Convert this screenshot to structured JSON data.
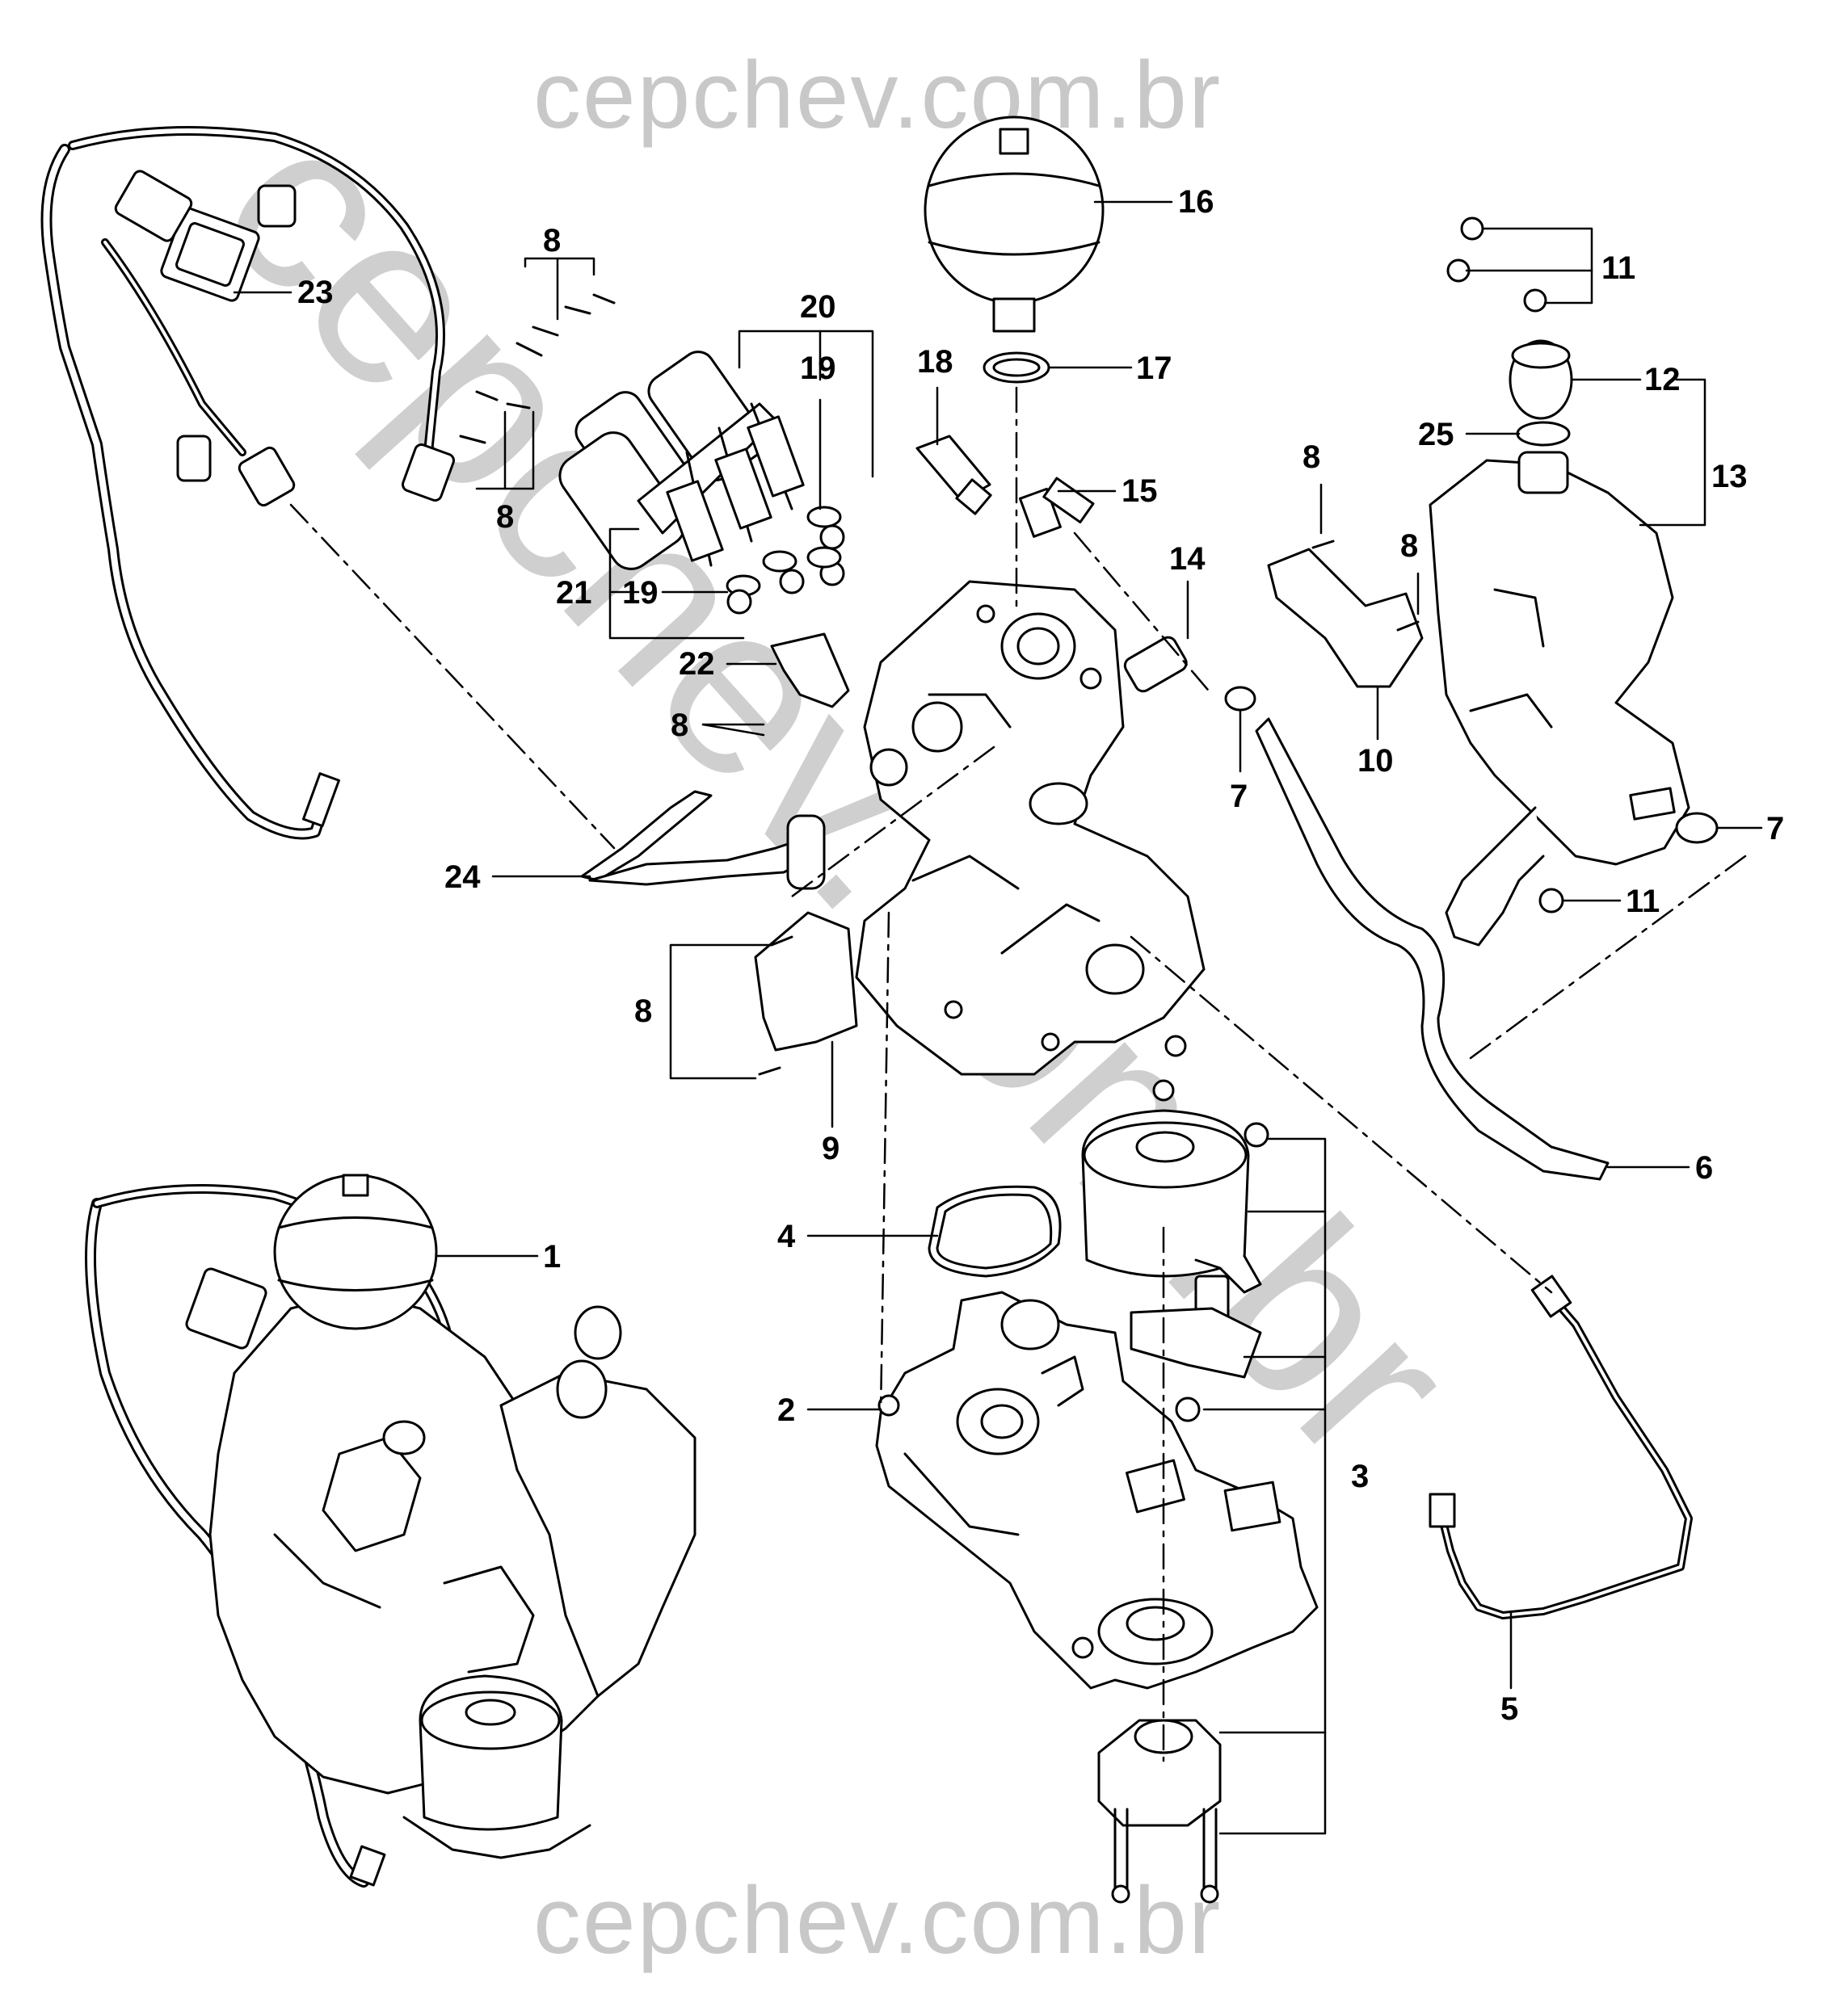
{
  "watermark": {
    "top": "cepchev.com.br",
    "diagonal": "cepchev.com.br",
    "bottom": "cepchev.com.br"
  },
  "callouts": {
    "c1": "1",
    "c2": "2",
    "c3": "3",
    "c4": "4",
    "c5": "5",
    "c6": "6",
    "c7a": "7",
    "c7b": "7",
    "c8a": "8",
    "c8b": "8",
    "c8c": "8",
    "c8d": "8",
    "c8e": "8",
    "c8f": "8",
    "c9": "9",
    "c10": "10",
    "c11a": "11",
    "c11b": "11",
    "c12": "12",
    "c13": "13",
    "c14": "14",
    "c15": "15",
    "c16": "16",
    "c17": "17",
    "c18": "18",
    "c19a": "19",
    "c19b": "19",
    "c20": "20",
    "c21": "21",
    "c22": "22",
    "c23": "23",
    "c24": "24",
    "c25": "25"
  },
  "colors": {
    "line": "#000000",
    "watermark": "#c8c8c8"
  }
}
